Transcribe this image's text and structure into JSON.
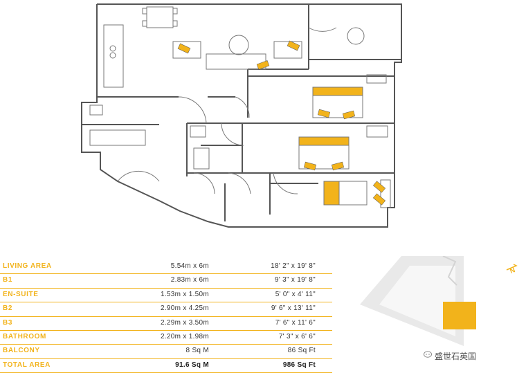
{
  "rooms": [
    {
      "name": "LIVING AREA",
      "metric": "5.54m x 6m",
      "imperial": "18' 2\" x 19' 8\""
    },
    {
      "name": "B1",
      "metric": "2.83m x 6m",
      "imperial": "9' 3\" x 19' 8\""
    },
    {
      "name": "EN-SUITE",
      "metric": "1.53m x 1.50m",
      "imperial": "5' 0\" x 4' 11\""
    },
    {
      "name": "B2",
      "metric": "2.90m x 4.25m",
      "imperial": "9' 6\" x 13' 11\""
    },
    {
      "name": "B3",
      "metric": "2.29m x 3.50m",
      "imperial": "7' 6\" x 11' 6\""
    },
    {
      "name": "BATHROOM",
      "metric": "2.20m x 1.98m",
      "imperial": "7' 3\" x 6' 6\""
    },
    {
      "name": "BALCONY",
      "metric": "8 Sq M",
      "imperial": "86 Sq Ft"
    }
  ],
  "total": {
    "name": "TOTAL AREA",
    "metric": "91.6 Sq M",
    "imperial": "986 Sq Ft"
  },
  "compass": {
    "label": "N"
  },
  "watermark": {
    "text": "盛世石英国"
  },
  "colors": {
    "accent": "#f2b31b",
    "wall": "#555555",
    "keyplan": "#e6e6e6"
  }
}
